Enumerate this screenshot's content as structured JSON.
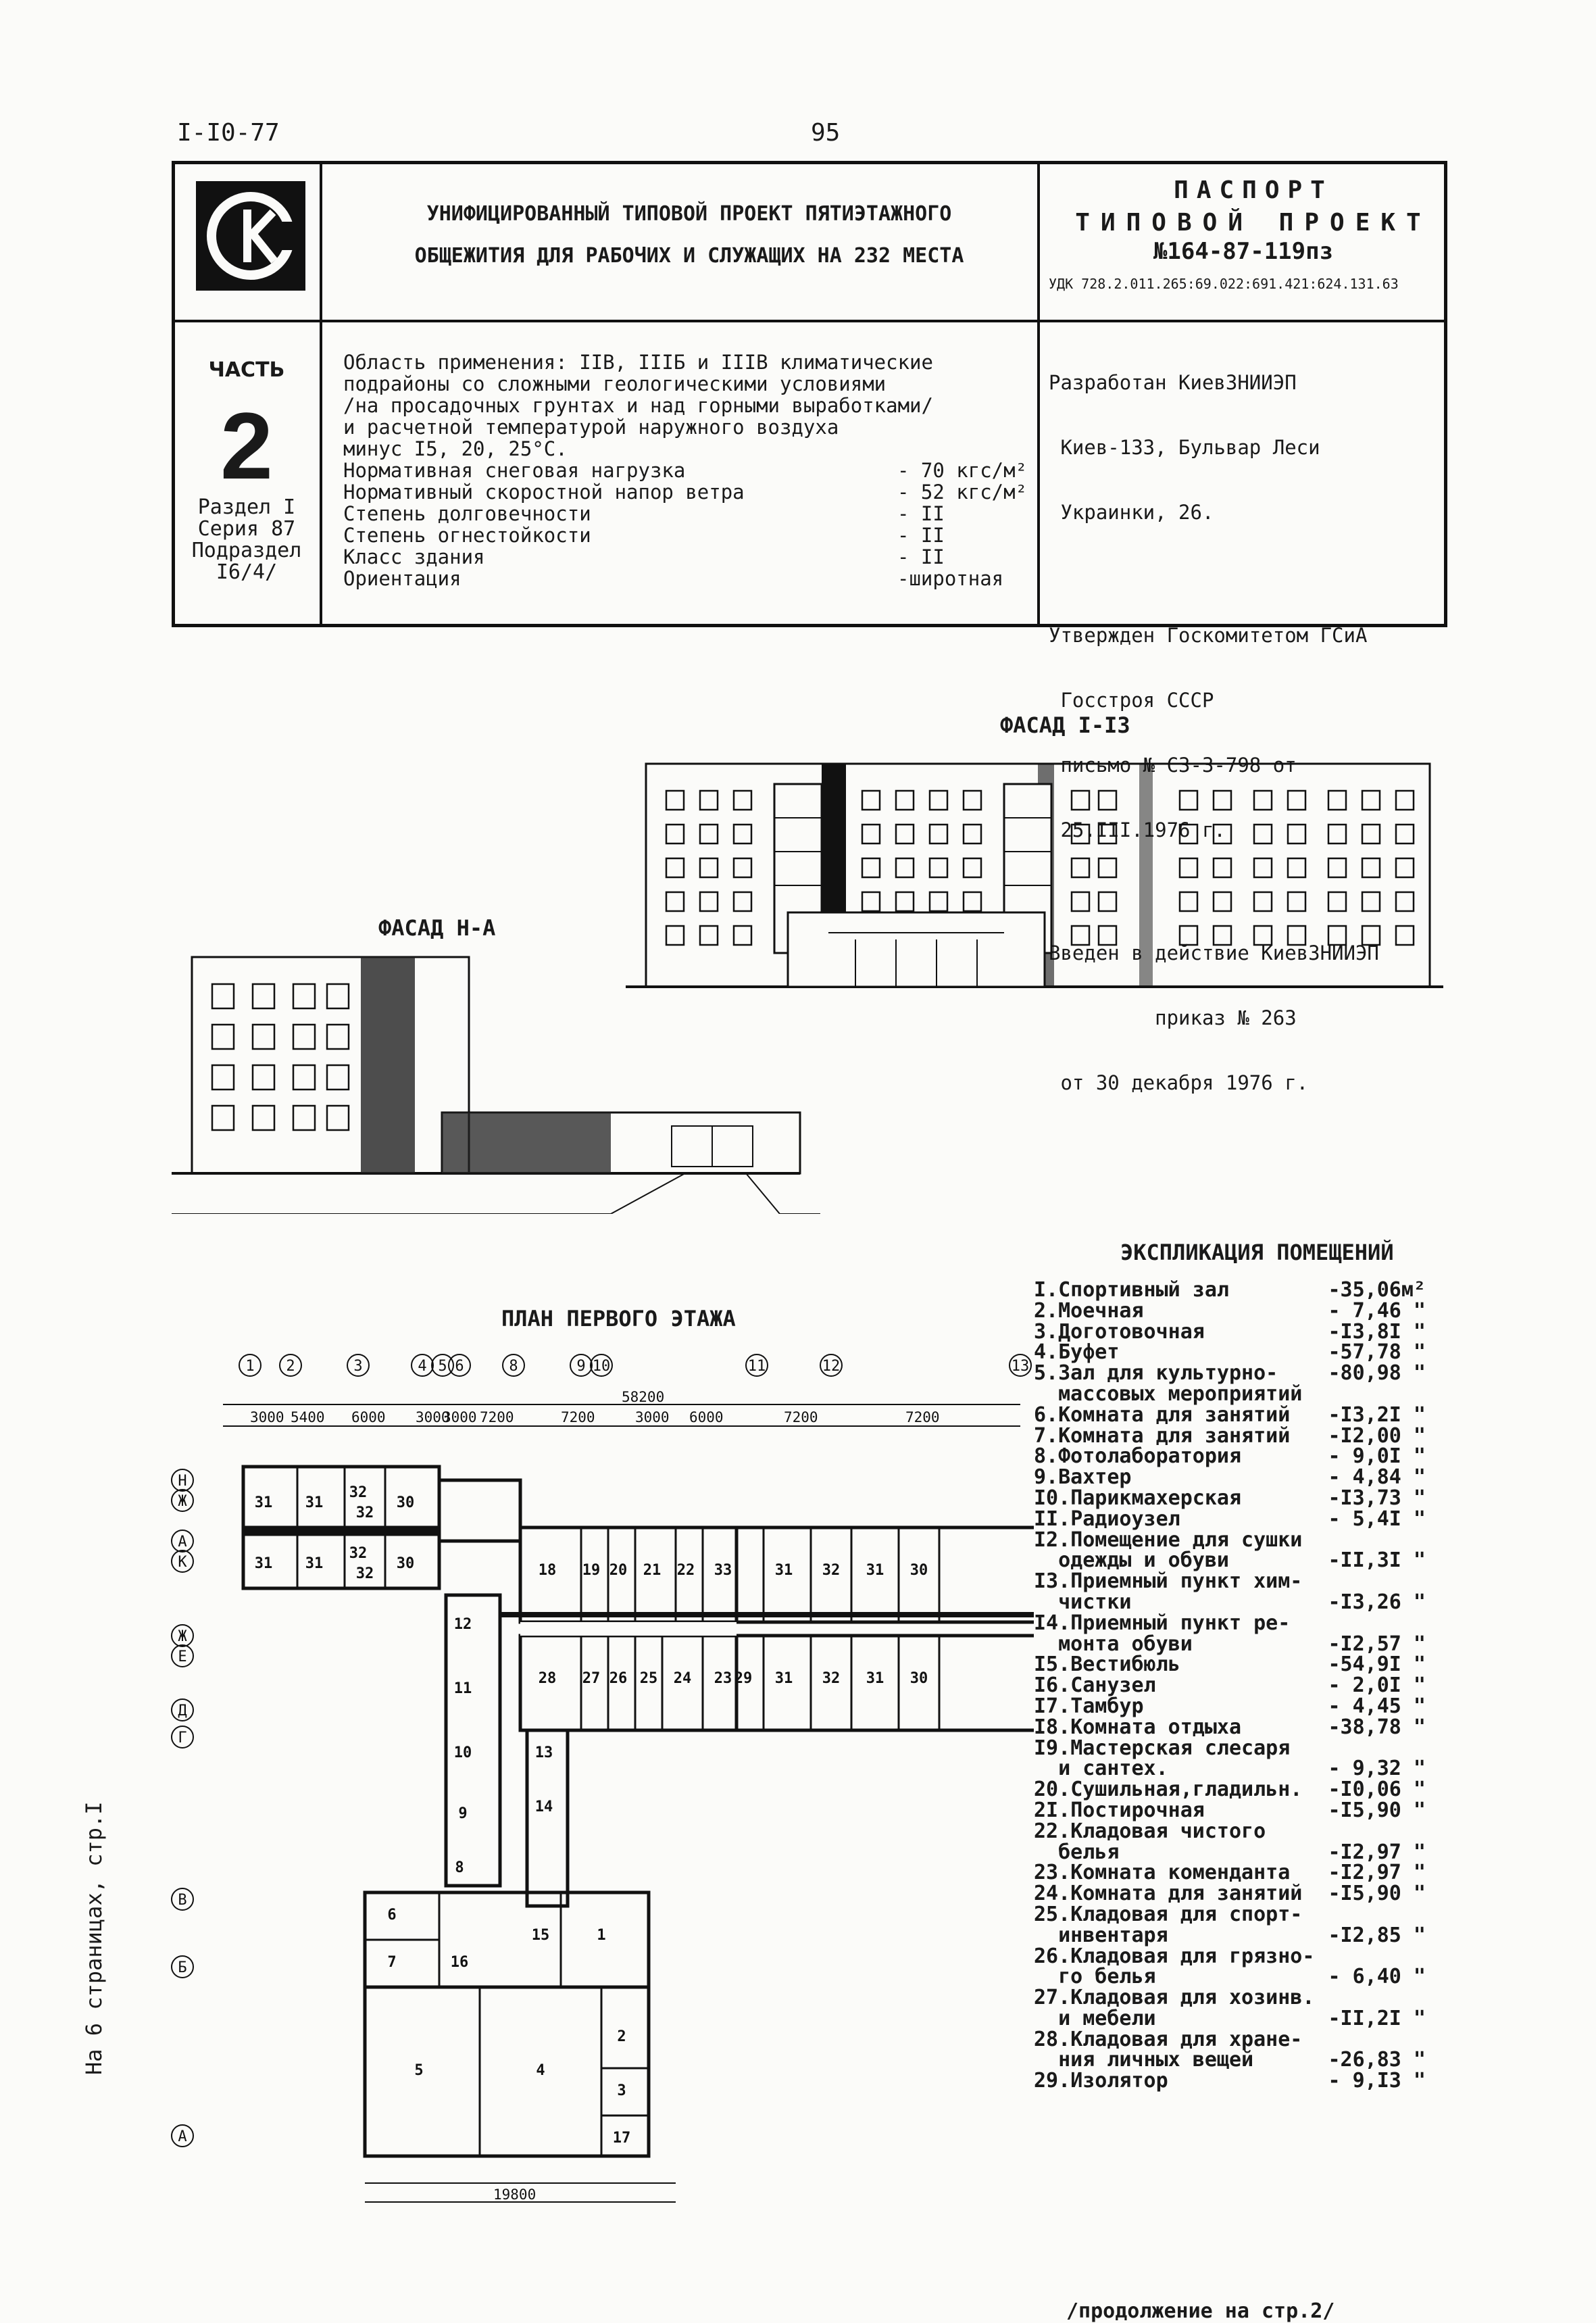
{
  "header": {
    "code": "I-I0-77",
    "page": "95"
  },
  "project": {
    "title_line1": "УНИФИЦИРОВАННЫЙ ТИПОВОЙ ПРОЕКТ ПЯТИЭТАЖНОГО",
    "title_line2": "ОБЩЕЖИТИЯ ДЛЯ РАБОЧИХ И СЛУЖАЩИХ НА 232 МЕСТА",
    "logo_letters": "СК"
  },
  "passport": {
    "line1": "ПАСПОРТ",
    "line2": "ТИПОВОЙ ПРОЕКТ",
    "number": "№164-87-119пз",
    "udk": "УДК 728.2.011.265:69.022:691.421:624.131.63"
  },
  "part": {
    "label": "ЧАСТЬ",
    "number": "2",
    "section": "Раздел I",
    "series": "Серия 87",
    "subsection_label": "Подраздел",
    "subsection_value": "I6/4/"
  },
  "application": {
    "lines": [
      "Область применения: IIВ, IIIБ и IIIВ климатические",
      "подрайоны со сложными геологическими условиями",
      "/на просадочных грунтах и над горными выработками/",
      "и расчетной температурой наружного воздуха",
      "минус I5, 20, 25°С."
    ],
    "params": [
      {
        "name": "Нормативная снеговая нагрузка",
        "value": "- 70 кгс/м²"
      },
      {
        "name": "Нормативный скоростной напор ветра",
        "value": "- 52 кгс/м²"
      },
      {
        "name": "Степень долговечности",
        "value": "- II"
      },
      {
        "name": "Степень огнестойкости",
        "value": "- II"
      },
      {
        "name": "Класс здания",
        "value": "- II"
      },
      {
        "name": "Ориентация",
        "value": "-широтная"
      }
    ]
  },
  "developer": {
    "lines": [
      "Разработан КиевЗНИИЭП",
      " Киев-133, Бульвар Леси",
      " Украинки, 26.",
      "",
      "Утвержден Госкомитетом ГСиА",
      " Госстроя СССР",
      " письмо № СЗ-3-798 от",
      " 25.III.1976 г.",
      "",
      "Введен в действие КиевЗНИИЭП",
      "         приказ № 263",
      " от 30 декабря 1976 г."
    ]
  },
  "drawings": {
    "facade1_caption": "ФАСАД I-I3",
    "facade2_caption": "ФАСАД Н-А",
    "plan_caption": "ПЛАН ПЕРВОГО ЭТАЖА",
    "plan_total_dim": "58200",
    "plan_bottom_dim": "19800",
    "top_axes": [
      "1",
      "2",
      "3",
      "4",
      "5",
      "6",
      "8",
      "9",
      "10",
      "11",
      "12",
      "13"
    ],
    "top_dims": [
      "3000",
      "5400",
      "6000",
      "3000",
      "3000",
      "7200",
      "7200",
      "3000",
      "6000",
      "7200",
      "7200"
    ],
    "left_axes": [
      "Н",
      "Ж",
      "А",
      "К",
      "Ж",
      "Е",
      "Д",
      "Г",
      "В",
      "Б",
      "А"
    ],
    "rooms": [
      "31",
      "31",
      "32",
      "32",
      "30",
      "31",
      "31",
      "32",
      "32",
      "30",
      "12",
      "11",
      "10",
      "9",
      "8",
      "6",
      "7",
      "16",
      "15",
      "1",
      "5",
      "4",
      "2",
      "3",
      "17",
      "18",
      "19",
      "20",
      "21",
      "22",
      "33",
      "31",
      "32",
      "31",
      "30",
      "28",
      "27",
      "26",
      "25",
      "24",
      "23",
      "29",
      "31",
      "32",
      "31",
      "30",
      "13",
      "14"
    ]
  },
  "explication": {
    "title": "ЭКСПЛИКАЦИЯ ПОМЕЩЕНИЙ",
    "rows": [
      {
        "n": "I.",
        "name": "Спортивный зал",
        "area": "-35,06м²"
      },
      {
        "n": "2.",
        "name": "Моечная",
        "area": "- 7,46 \""
      },
      {
        "n": "3.",
        "name": "Доготовочная",
        "area": "-I3,8I \""
      },
      {
        "n": "4.",
        "name": "Буфет",
        "area": "-57,78 \""
      },
      {
        "n": "5.",
        "name": "Зал для культурно-",
        "area": "-80,98 \""
      },
      {
        "n": "",
        "name": "  массовых мероприятий",
        "area": ""
      },
      {
        "n": "6.",
        "name": "Комната для занятий",
        "area": "-I3,2I \""
      },
      {
        "n": "7.",
        "name": "Комната для занятий",
        "area": "-I2,00 \""
      },
      {
        "n": "8.",
        "name": "Фотолаборатория",
        "area": "- 9,0I \""
      },
      {
        "n": "9.",
        "name": "Вахтер",
        "area": "- 4,84 \""
      },
      {
        "n": "I0.",
        "name": "Парикмахерская",
        "area": "-I3,73 \""
      },
      {
        "n": "II.",
        "name": "Радиоузел",
        "area": "- 5,4I \""
      },
      {
        "n": "I2.",
        "name": "Помещение для сушки",
        "area": ""
      },
      {
        "n": "",
        "name": "  одежды и обуви",
        "area": "-II,3I \""
      },
      {
        "n": "I3.",
        "name": "Приемный пункт хим-",
        "area": ""
      },
      {
        "n": "",
        "name": "  чистки",
        "area": "-I3,26 \""
      },
      {
        "n": "I4.",
        "name": "Приемный пункт ре-",
        "area": ""
      },
      {
        "n": "",
        "name": "  монта обуви",
        "area": "-I2,57 \""
      },
      {
        "n": "I5.",
        "name": "Вестибюль",
        "area": "-54,9I \""
      },
      {
        "n": "I6.",
        "name": "Санузел",
        "area": "- 2,0I \""
      },
      {
        "n": "I7.",
        "name": "Тамбур",
        "area": "- 4,45 \""
      },
      {
        "n": "I8.",
        "name": "Комната отдыха",
        "area": "-38,78 \""
      },
      {
        "n": "I9.",
        "name": "Мастерская слесаря",
        "area": ""
      },
      {
        "n": "",
        "name": "  и сантех.",
        "area": "- 9,32 \""
      },
      {
        "n": "20.",
        "name": "Сушильная,гладильн.",
        "area": "-I0,06 \""
      },
      {
        "n": "2I.",
        "name": "Постирочная",
        "area": "-I5,90 \""
      },
      {
        "n": "22.",
        "name": "Кладовая чистого",
        "area": ""
      },
      {
        "n": "",
        "name": "  белья",
        "area": "-I2,97 \""
      },
      {
        "n": "23.",
        "name": "Комната коменданта",
        "area": "-I2,97 \""
      },
      {
        "n": "24.",
        "name": "Комната для занятий",
        "area": "-I5,90 \""
      },
      {
        "n": "25.",
        "name": "Кладовая для спорт-",
        "area": ""
      },
      {
        "n": "",
        "name": "  инвентаря",
        "area": "-I2,85 \""
      },
      {
        "n": "26.",
        "name": "Кладовая для грязно-",
        "area": ""
      },
      {
        "n": "",
        "name": "  го белья",
        "area": "- 6,40 \""
      },
      {
        "n": "27.",
        "name": "Кладовая для хозинв.",
        "area": ""
      },
      {
        "n": "",
        "name": "  и мебели",
        "area": "-II,2I \""
      },
      {
        "n": "28.",
        "name": "Кладовая для хране-",
        "area": ""
      },
      {
        "n": "",
        "name": "  ния личных вещей",
        "area": "-26,83 \""
      },
      {
        "n": "29.",
        "name": "Изолятор",
        "area": "- 9,I3 \""
      }
    ],
    "continuation": "/продолжение на стр.2/"
  },
  "side_note": "На 6 страницах, стр.I"
}
